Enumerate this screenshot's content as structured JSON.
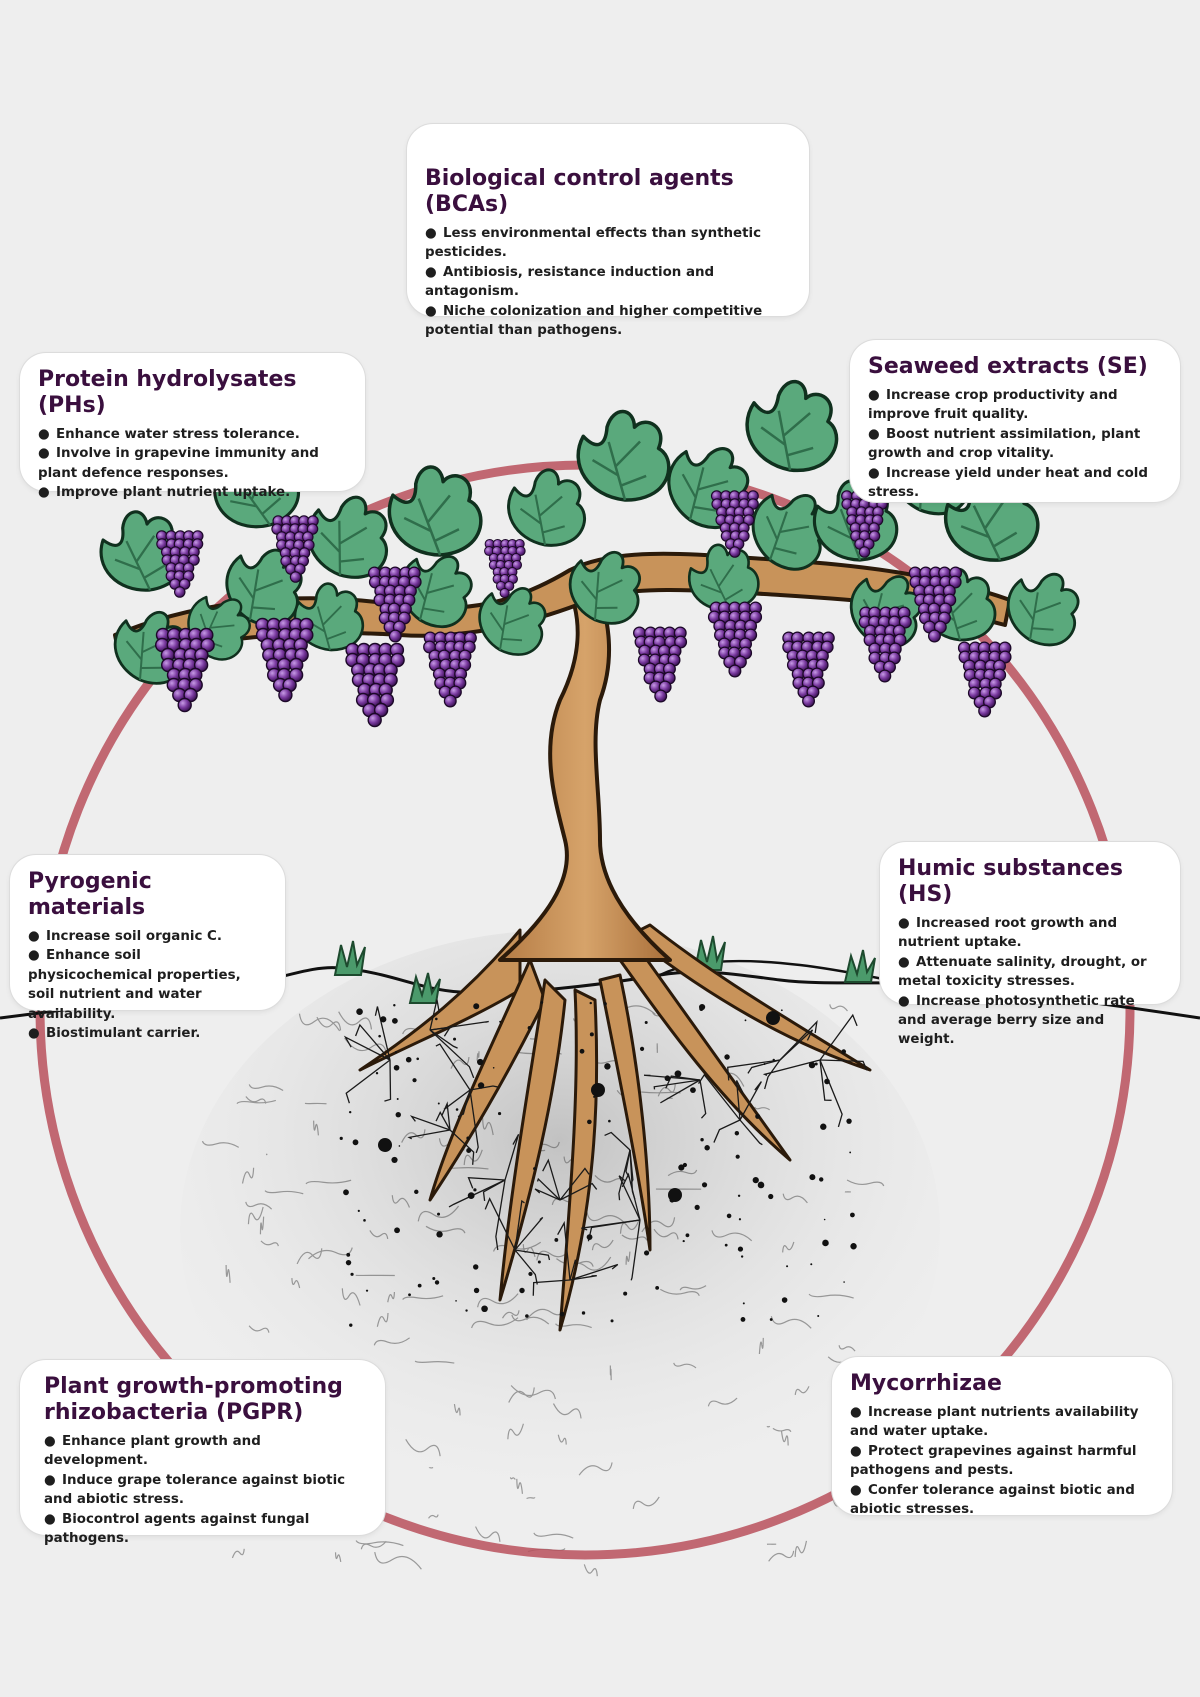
{
  "cards": {
    "bca": {
      "title": "Biological control agents (BCAs)",
      "items": [
        "Less environmental effects than synthetic pesticides.",
        "Antibiosis, resistance induction and antagonism.",
        "Niche colonization and higher competitive potential than pathogens."
      ]
    },
    "ph": {
      "title": "Protein hydrolysates (PHs)",
      "items": [
        "Enhance water stress tolerance.",
        "Involve in grapevine immunity and plant defence responses.",
        "Improve plant nutrient uptake."
      ]
    },
    "se": {
      "title": "Seaweed extracts (SE)",
      "items": [
        "Increase crop productivity and improve fruit quality.",
        "Boost nutrient assimilation, plant growth and crop vitality.",
        "Increase yield under heat and cold stress."
      ]
    },
    "pyro": {
      "title": "Pyrogenic materials",
      "items": [
        "Increase soil organic C.",
        "Enhance soil physicochemical properties, soil nutrient and water availability.",
        "Biostimulant carrier."
      ]
    },
    "hs": {
      "title": "Humic substances (HS)",
      "items": [
        "Increased root growth and nutrient uptake.",
        "Attenuate salinity, drought, or metal toxicity stresses.",
        "Increase photosynthetic rate and average berry size and weight."
      ]
    },
    "pgpr": {
      "title": "Plant growth-promoting rhizobacteria (PGPR)",
      "items": [
        "Enhance plant growth and development.",
        "Induce grape tolerance against biotic and abiotic stress.",
        "Biocontrol agents against fungal pathogens."
      ]
    },
    "myco": {
      "title": "Mycorrhizae",
      "items": [
        "Increase plant nutrients availability and water uptake.",
        "Protect grapevines against harmful pathogens and pests.",
        "Confer tolerance against biotic and abiotic stresses."
      ]
    }
  },
  "colors": {
    "ring": "#b8505c",
    "trunk": "#c8935a",
    "trunk_outline": "#3a2410",
    "leaf": "#5aa97c",
    "leaf_dark": "#2f6e4b",
    "grape": "#6a2f8c",
    "grape_light": "#a56ad0",
    "soil_line": "#111111"
  }
}
